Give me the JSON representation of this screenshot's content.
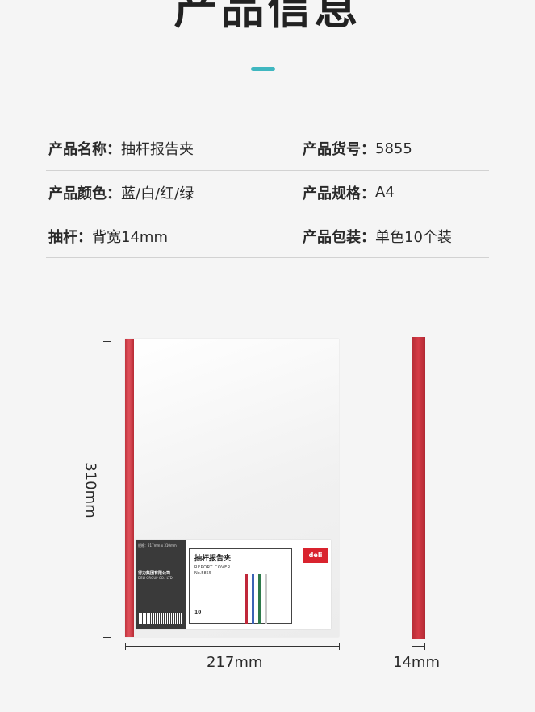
{
  "header": {
    "title": "产品信息",
    "accent_color": "#3fb7c0"
  },
  "specs": [
    {
      "left": {
        "label": "产品名称：",
        "value": "抽杆报告夹"
      },
      "right": {
        "label": "产品货号：",
        "value": "5855"
      }
    },
    {
      "left": {
        "label": "产品颜色：",
        "value": "蓝/白/红/绿"
      },
      "right": {
        "label": "产品规格：",
        "value": "A4"
      }
    },
    {
      "left": {
        "label": "抽杆：",
        "value": "背宽14mm"
      },
      "right": {
        "label": "产品包装：",
        "value": "单色10个装"
      }
    }
  ],
  "figure": {
    "height_label": "310mm",
    "width_label": "217mm",
    "spine_label": "14mm",
    "bar_color": "#d0404b",
    "card": {
      "spec_line": "规格：217mm x 310mm",
      "company": "得力集团有限公司",
      "company_en": "DELI GROUP CO., LTD.",
      "product_name": "抽杆报告夹",
      "product_en": "REPORT COVER",
      "product_no": "No.5855",
      "pack": "10",
      "logo": "deli"
    },
    "strips": [
      "#c0283a",
      "#3c62b5",
      "#2d7a4a",
      "#c9c9c9"
    ]
  }
}
